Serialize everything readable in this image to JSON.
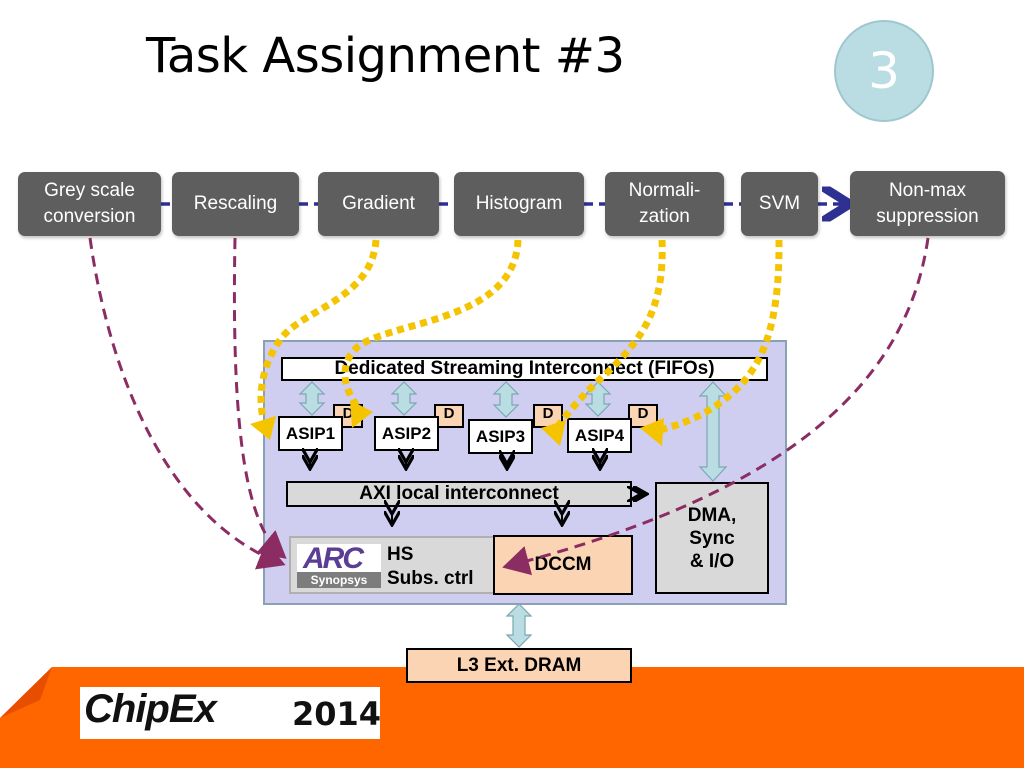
{
  "title": "Task Assignment #3",
  "badge": "3",
  "pipeline": {
    "stages": [
      {
        "label": "Grey scale\nconversion"
      },
      {
        "label": "Rescaling"
      },
      {
        "label": "Gradient"
      },
      {
        "label": "Histogram"
      },
      {
        "label": "Normali-\nzation"
      },
      {
        "label": "SVM"
      },
      {
        "label": "Non-max\nsuppression"
      }
    ]
  },
  "chip": {
    "fifo_label": "Dedicated Streaming Interconnect (FIFOs)",
    "asips": [
      "ASIP1",
      "ASIP2",
      "ASIP3",
      "ASIP4"
    ],
    "d_label": "D",
    "axi_label": "AXI local interconnect",
    "dma_label": "DMA,\nSync\n& I/O",
    "hs_label": "HS\nSubs. ctrl",
    "dccm_label": "DCCM"
  },
  "arc_logo": {
    "word": "ARC",
    "sub": "Synopsys"
  },
  "l3_label": "L3 Ext. DRAM",
  "footer_logo": {
    "word": "ChipEx",
    "year": "2014"
  },
  "colors": {
    "stage_fill": "#5e5e5e",
    "chip_fill": "#cfcdf0",
    "orange_band": "#ff6600",
    "peach": "#fbd4b4",
    "assign_yellow": "#f5c400",
    "assign_purple": "#8b2d62",
    "pipeline_arrow": "#2e3192",
    "teal_arrow": "#b9dde2"
  }
}
